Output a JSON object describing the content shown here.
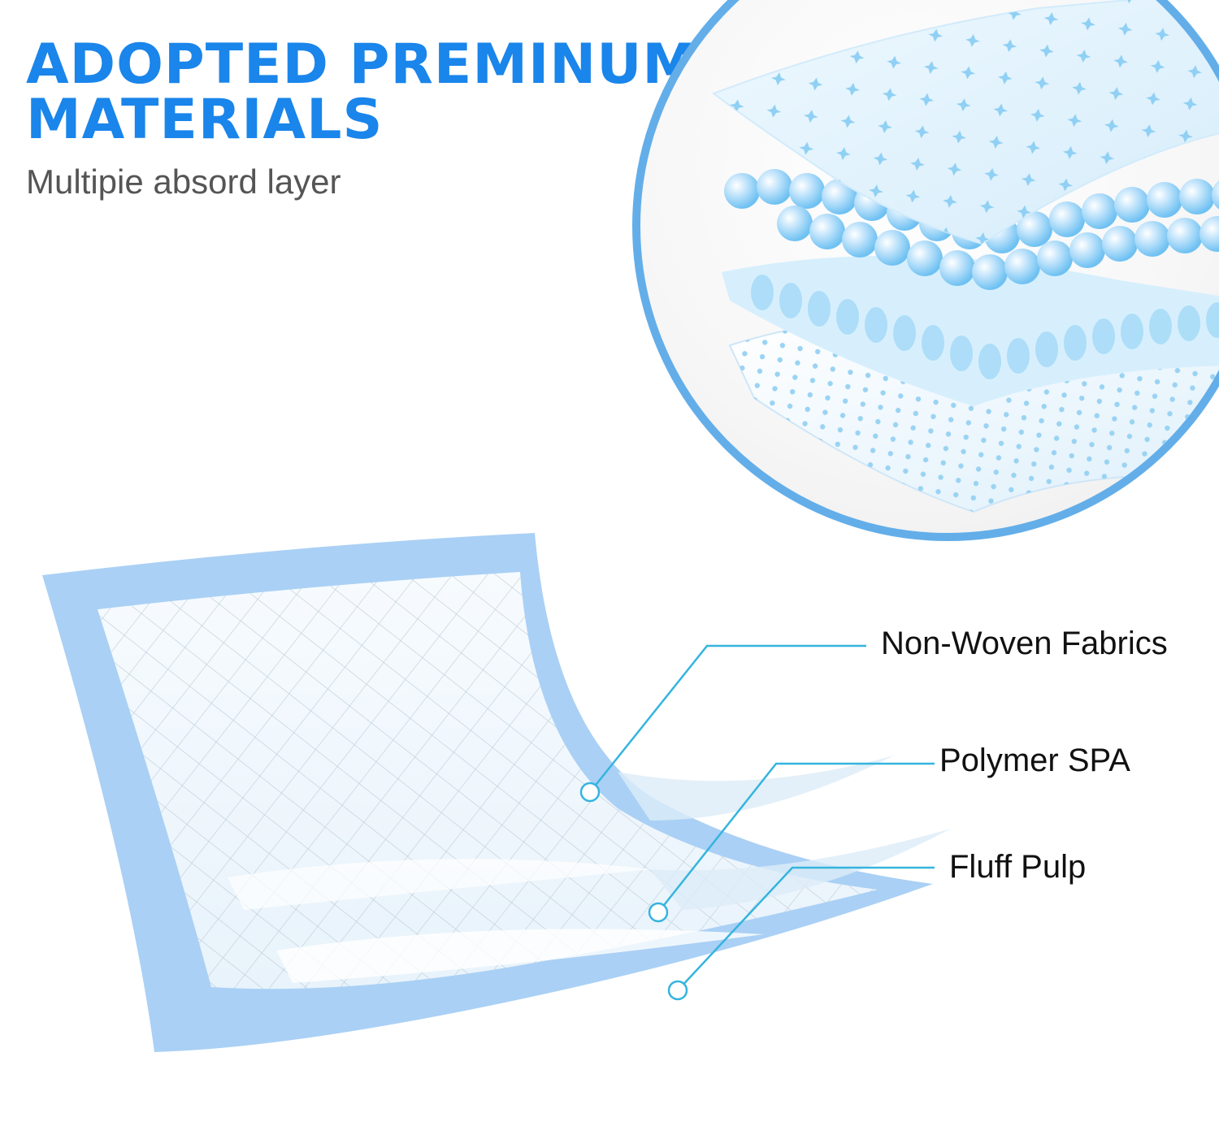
{
  "heading": {
    "line1": "ADOPTED PREMINUM",
    "line2": "MATERIALS",
    "subtitle": "Multipie absord layer"
  },
  "callouts": [
    {
      "label": "Non-Woven Fabrics",
      "icon": "dot-marker-icon"
    },
    {
      "label": "Polymer SPA",
      "icon": "dot-marker-icon"
    },
    {
      "label": "Fluff Pulp",
      "icon": "dot-marker-icon"
    }
  ],
  "colors": {
    "headline": "#1a85ea",
    "subtitle": "#555555",
    "circle_ring": "#63aee9",
    "pad_border": "#aad0f5",
    "pointer_line": "#35b4de"
  }
}
